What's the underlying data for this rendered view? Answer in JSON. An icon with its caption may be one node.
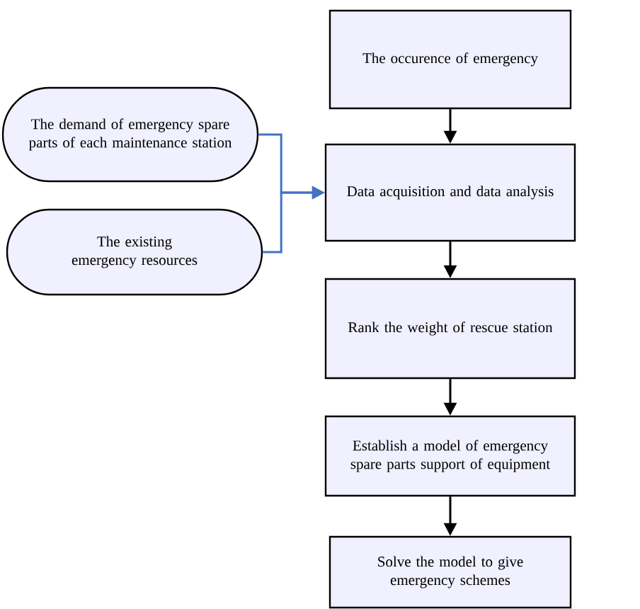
{
  "diagram": {
    "nodes": [
      {
        "text": [
          "The occurence of emergency"
        ]
      },
      {
        "text": [
          "Data acquisition and data analysis"
        ]
      },
      {
        "text": [
          "Rank the weight of rescue station"
        ]
      },
      {
        "text": [
          "Establish a model of emergency spare parts support of equipment"
        ]
      },
      {
        "text": [
          "Solve the model to give emergency schemes"
        ]
      },
      {
        "text": [
          "The demand of emergency spare parts of each maintenance station"
        ]
      },
      {
        "text": [
          "The existing emergency resources"
        ]
      }
    ],
    "edges": [
      {
        "from": 0,
        "to": 1,
        "arrow": "to"
      },
      {
        "from": 1,
        "to": 2,
        "arrow": "to"
      },
      {
        "from": 2,
        "to": 3,
        "arrow": "to"
      },
      {
        "from": 3,
        "to": 4,
        "arrow": "to"
      },
      {
        "from": 5,
        "to": 1,
        "arrow": "to",
        "color": "#4472c4"
      },
      {
        "from": 6,
        "to": 1,
        "arrow": "to",
        "color": "#4472c4"
      }
    ]
  }
}
